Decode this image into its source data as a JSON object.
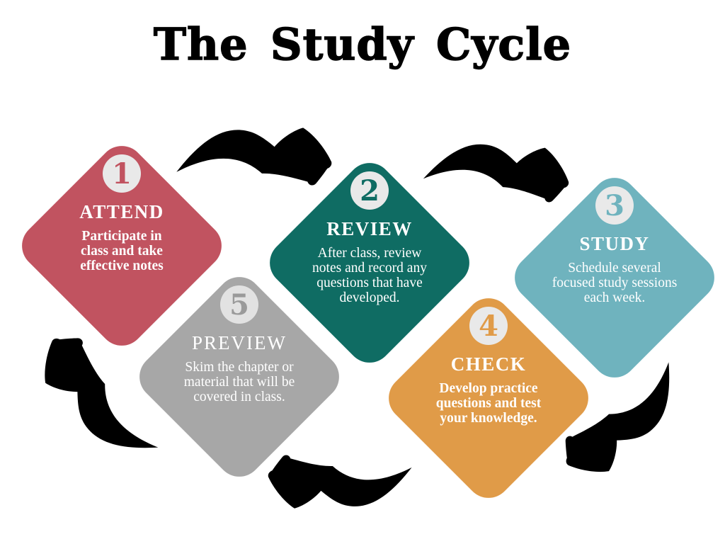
{
  "title": "The Study Cycle",
  "colors": {
    "background": "#FFFFFF",
    "title_text": "#000000",
    "arrow": "#000000",
    "circle_bg": "#E9E9E9",
    "step_text": "#FFFFFF"
  },
  "steps": [
    {
      "number": "1",
      "label": "ATTEND",
      "description": "Participate in class and take effective notes",
      "color": "#C15360"
    },
    {
      "number": "2",
      "label": "REVIEW",
      "description": "After class, review notes and record any questions that have developed.",
      "color": "#0F6C63"
    },
    {
      "number": "3",
      "label": "STUDY",
      "description": "Schedule several focused study sessions each week.",
      "color": "#6FB3BE"
    },
    {
      "number": "4",
      "label": "CHECK",
      "description": "Develop practice questions and test your knowledge.",
      "color": "#E09B48"
    },
    {
      "number": "5",
      "label": "PREVIEW",
      "description": "Skim the chapter or material that will be covered in class.",
      "color": "#A7A7A7"
    }
  ],
  "arrows": [
    {
      "name": "arrow-attend-to-review",
      "from": "1",
      "to": "2"
    },
    {
      "name": "arrow-review-to-study",
      "from": "2",
      "to": "3"
    },
    {
      "name": "arrow-study-to-check",
      "from": "3",
      "to": "4"
    },
    {
      "name": "arrow-check-to-preview",
      "from": "4",
      "to": "5"
    },
    {
      "name": "arrow-preview-to-attend",
      "from": "5",
      "to": "1"
    }
  ]
}
